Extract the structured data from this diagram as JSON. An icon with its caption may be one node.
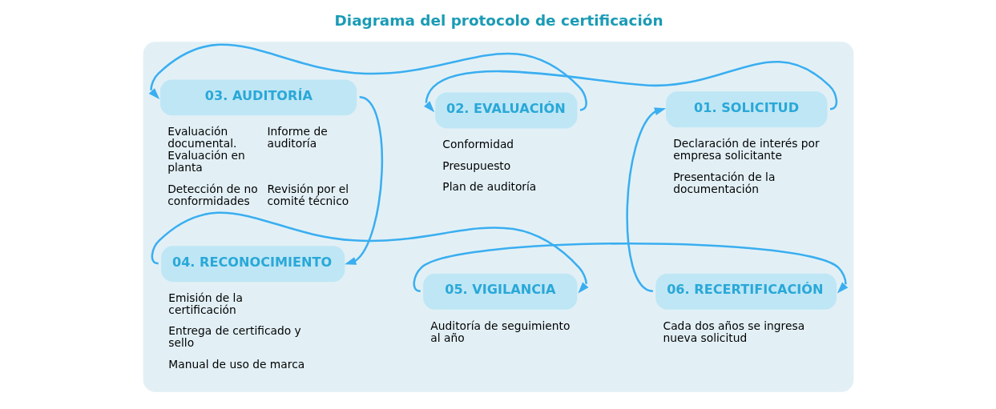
{
  "diagram": {
    "title": "Diagrama del protocolo de certificación",
    "nodes": [
      {
        "text": [],
        "shape": "box"
      },
      {
        "text": [
          "01. SOLICITUD"
        ],
        "in": 0,
        "beside": [
          "Declaración de interés por empresa solicitante",
          "Presentación de la documentación"
        ]
      },
      {
        "text": [
          "02. EVALUACIÓN"
        ],
        "in": 0,
        "beside": [
          "Conformidad",
          "Presupuesto",
          "Plan de auditoría"
        ]
      },
      {
        "text": [
          "03. AUDITORÍA"
        ],
        "in": 0,
        "beside": [
          "Evaluación documental. Evaluación en planta",
          "Informe de auditoría",
          "Detección de no conformidades",
          "Revisión por el comité técnico"
        ]
      },
      {
        "text": [
          "04. RECONOCIMIENTO"
        ],
        "in": 0,
        "beside": [
          "Emisión de la certificación",
          "Entrega de certificado y sello",
          "Manual de uso de marca"
        ]
      },
      {
        "text": [
          "05. VIGILANCIA"
        ],
        "in": 0,
        "beside": [
          "Auditoría de seguimiento al año"
        ]
      },
      {
        "text": [
          "06. RECERTIFICACIÓN"
        ],
        "in": 0,
        "beside": [
          "Cada dos años se ingresa nueva solicitud"
        ]
      }
    ],
    "edges": [
      {
        "from": 1,
        "to": 2,
        "arrow": "to"
      },
      {
        "from": 2,
        "to": 3,
        "arrow": "to"
      },
      {
        "from": 3,
        "to": 4,
        "arrow": "to"
      },
      {
        "from": 4,
        "to": 5,
        "arrow": "to"
      },
      {
        "from": 5,
        "to": 6,
        "arrow": "to"
      },
      {
        "from": 6,
        "to": 1,
        "arrow": "to"
      }
    ]
  }
}
